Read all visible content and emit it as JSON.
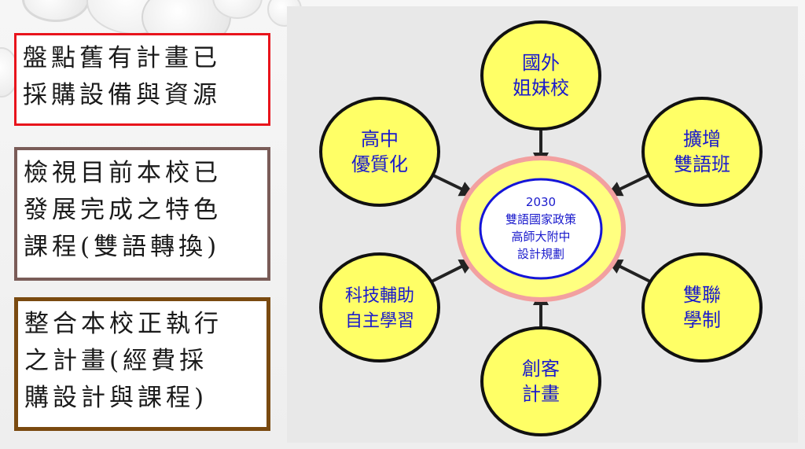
{
  "notes": [
    {
      "lines": [
        "盤點舊有計畫已",
        "採購設備與資源"
      ],
      "border_color": "#e8141c"
    },
    {
      "lines": [
        "檢視目前本校已",
        "發展完成之特色",
        "課程(雙語轉換)"
      ],
      "border_color": "#7a5c58"
    },
    {
      "lines": [
        "整合本校正執行",
        "之計畫(經費採",
        "購設計與課程)"
      ],
      "border_color": "#7a4a10"
    }
  ],
  "diagram": {
    "center": {
      "lines": [
        "2030",
        "雙語國家政策",
        "高師大附中",
        "設計規劃"
      ]
    },
    "nodes": [
      {
        "id": "top",
        "lines": [
          "國外",
          "姐妹校"
        ]
      },
      {
        "id": "upper-right",
        "lines": [
          "擴增",
          "雙語班"
        ]
      },
      {
        "id": "lower-right",
        "lines": [
          "雙聯",
          "學制"
        ]
      },
      {
        "id": "bottom",
        "lines": [
          "創客",
          "計畫"
        ]
      },
      {
        "id": "lower-left",
        "lines": [
          "科技輔助",
          "自主學習"
        ]
      },
      {
        "id": "upper-left",
        "lines": [
          "高中",
          "優質化"
        ]
      }
    ],
    "colors": {
      "node_fill": "#ffff66",
      "center_ring": "#f2a0a0",
      "center_ring_fill": "#ffff80",
      "center_border": "#1414d8",
      "node_text": "#1a1acc",
      "arrow": "#222222"
    }
  }
}
